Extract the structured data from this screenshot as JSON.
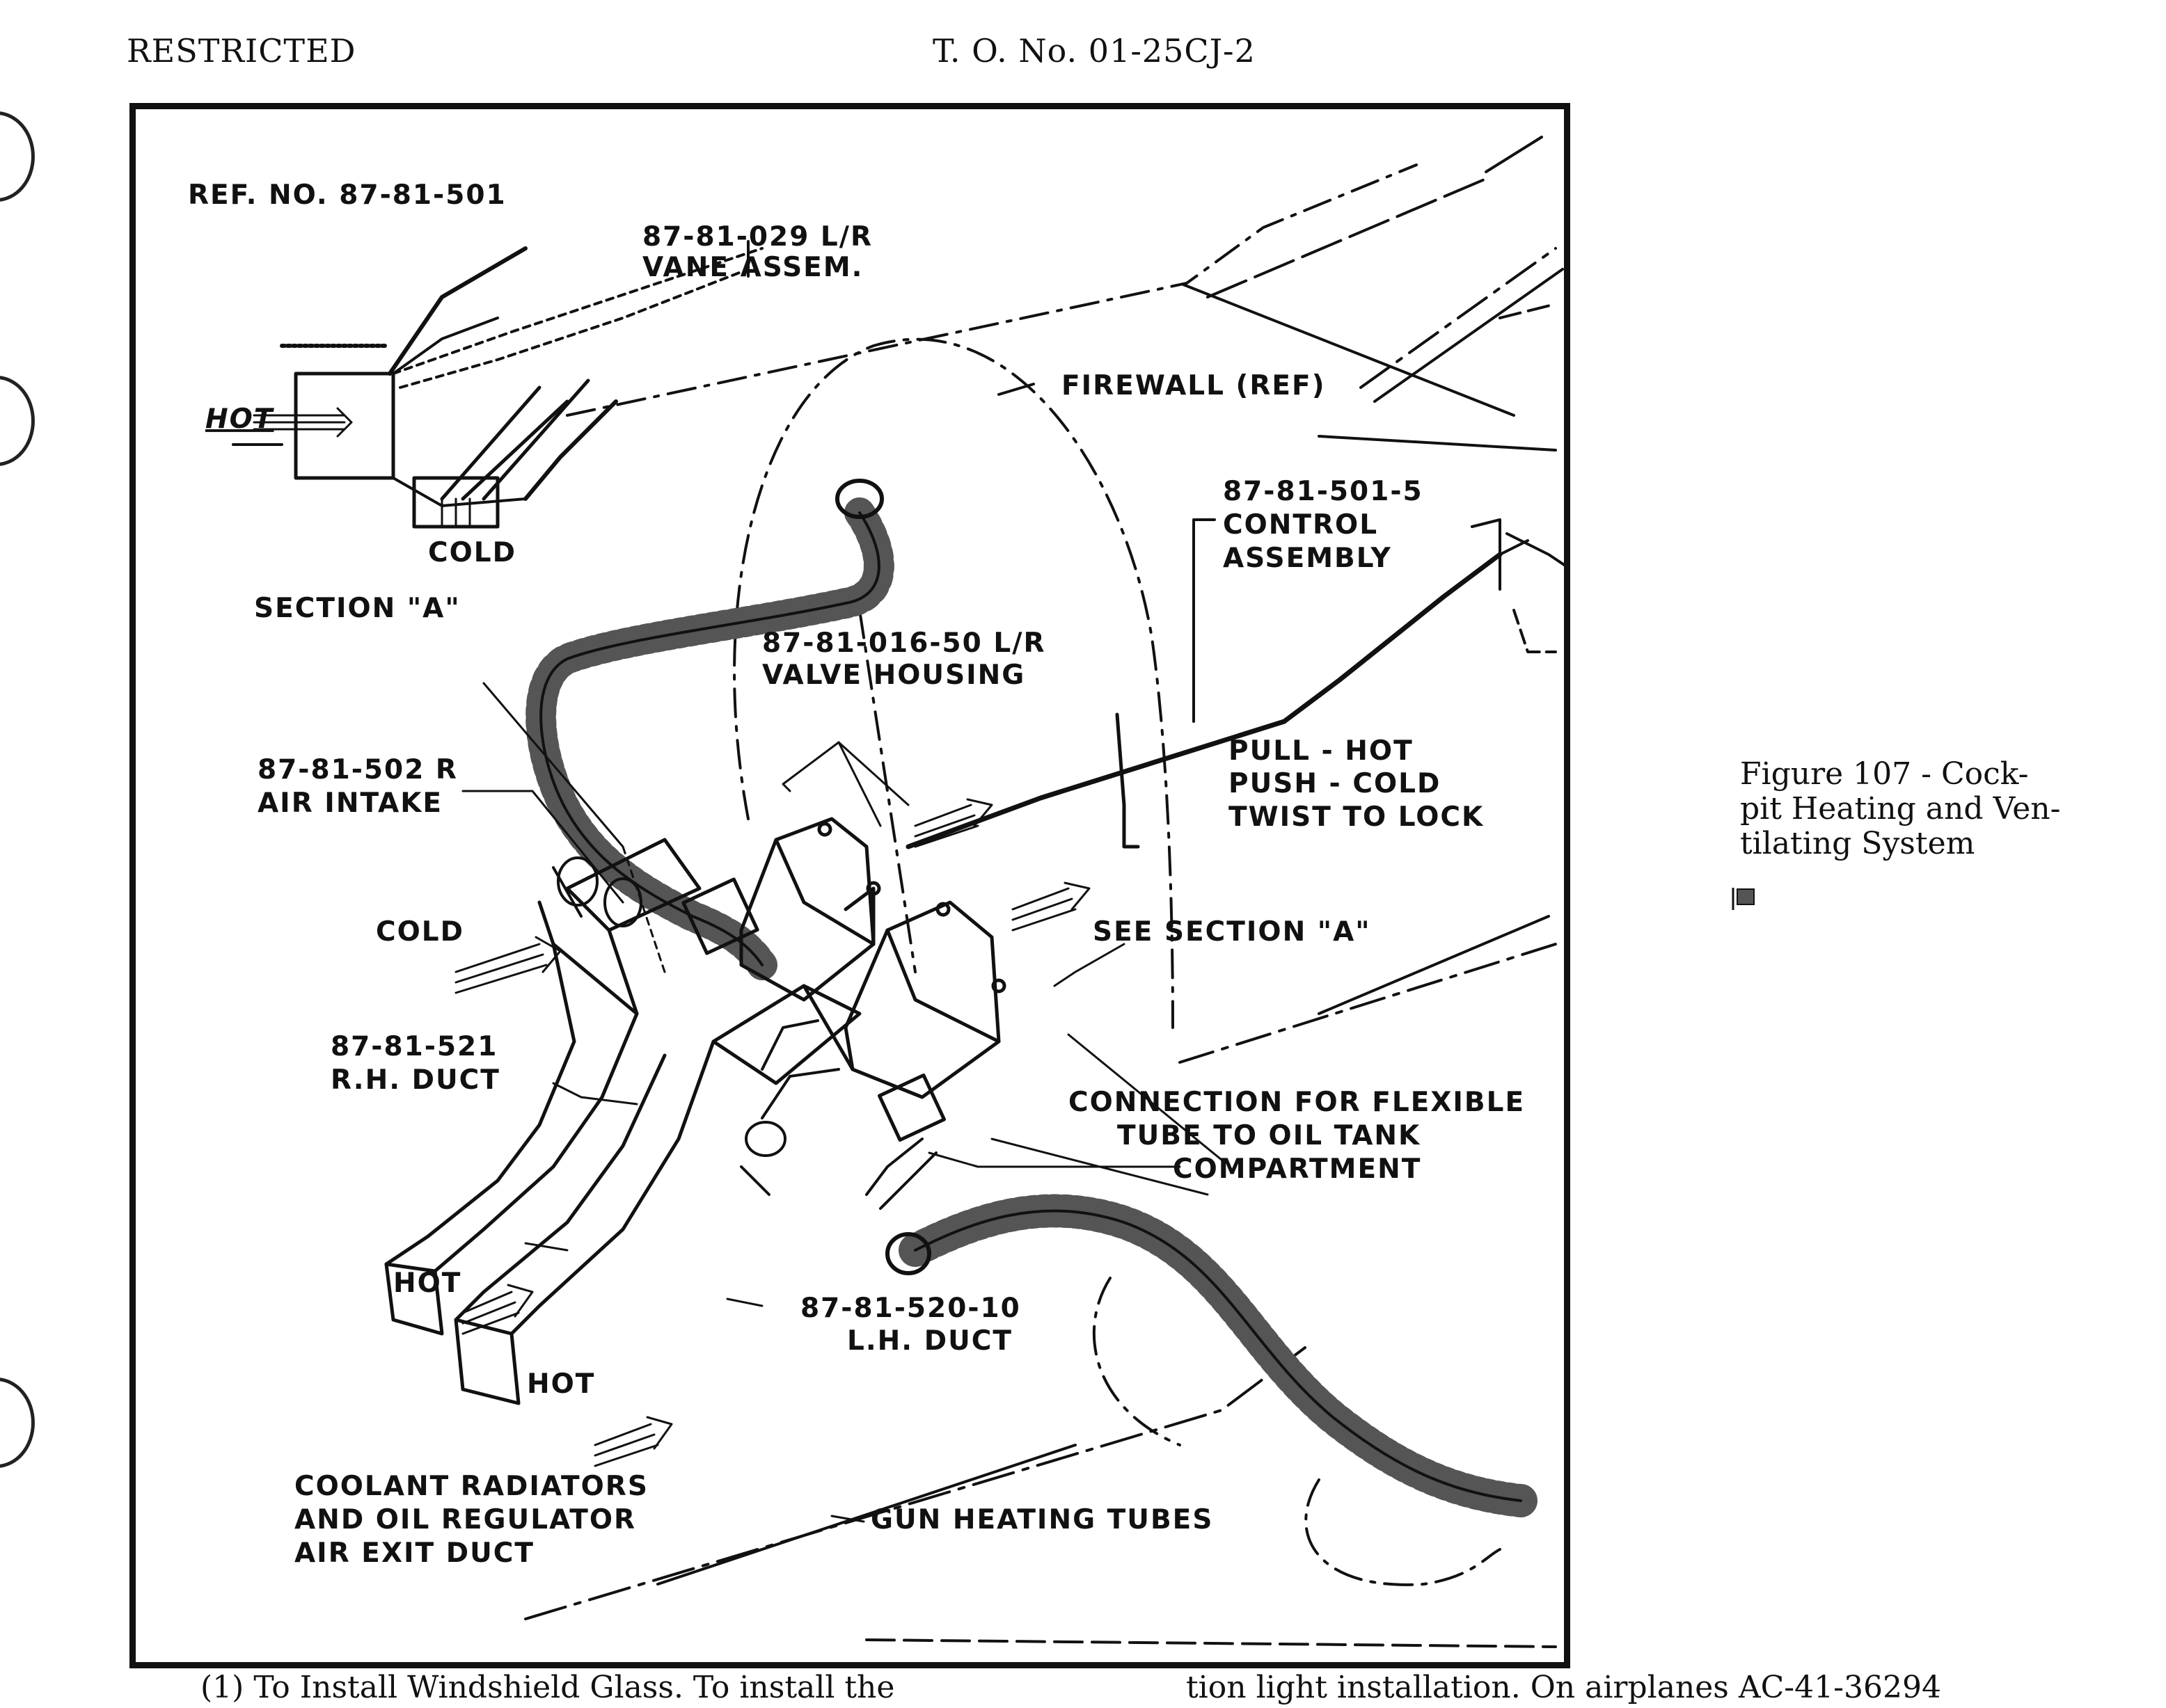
{
  "header": {
    "classification": "RESTRICTED",
    "tech_order": "T. O. No. 01-25CJ-2"
  },
  "figure": {
    "labels": {
      "ref_no": "REF. NO. 87-81-501",
      "vane_1": "87-81-029 L/R",
      "vane_2": "VANE ASSEM.",
      "hot_in": "HOT",
      "cold_small": "COLD",
      "firewall": "FIREWALL (REF)",
      "section_a": "SECTION \"A\"",
      "control_1": "87-81-501-5",
      "control_2": "CONTROL",
      "control_3": "ASSEMBLY",
      "valve_1": "87-81-016-50 L/R",
      "valve_2": "VALVE HOUSING",
      "intake_1": "87-81-502 R",
      "intake_2": "AIR INTAKE",
      "pull_1": "PULL - HOT",
      "pull_2": "PUSH - COLD",
      "pull_3": "TWIST TO LOCK",
      "cold_mid": "COLD",
      "see_section": "SEE SECTION \"A\"",
      "rh_1": "87-81-521",
      "rh_2": "R.H. DUCT",
      "conn_1": "CONNECTION FOR FLEXIBLE",
      "conn_2": "TUBE TO OIL TANK",
      "conn_3": "COMPARTMENT",
      "hot_1": "HOT",
      "lh_1": "87-81-520-10",
      "lh_2": "L.H. DUCT",
      "hot_2": "HOT",
      "cool_1": "COOLANT RADIATORS",
      "cool_2": "AND OIL REGULATOR",
      "cool_3": "AIR EXIT DUCT",
      "gun": "GUN HEATING TUBES"
    }
  },
  "caption": {
    "line1": "Figure 107 - Cock-",
    "line2": "pit Heating and Ven-",
    "line3": "tilating System"
  },
  "bottom_text": {
    "left": "(1)  To Install Windshield Glass.   To install the",
    "right": "tion  light  installation.    On  airplanes  AC-41-36294"
  }
}
